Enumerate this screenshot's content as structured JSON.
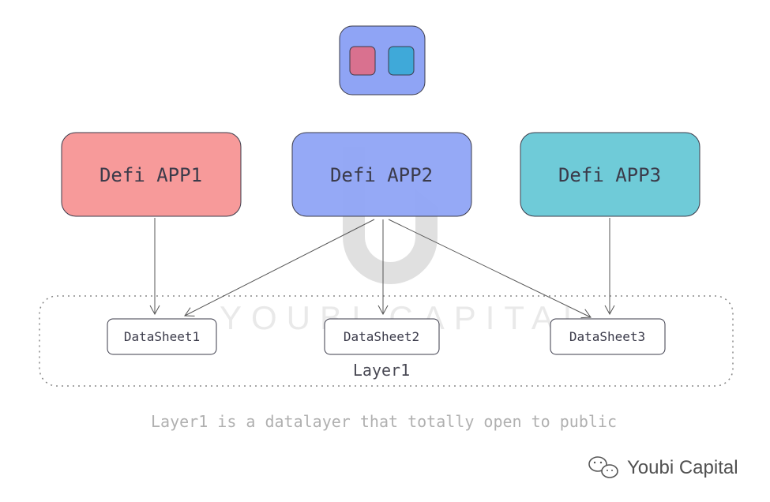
{
  "apps": [
    {
      "label": "Defi APP1",
      "color": "#f79a9a"
    },
    {
      "label": "Defi APP2",
      "color": "#8fa4f5"
    },
    {
      "label": "Defi APP3",
      "color": "#6fcbd8"
    }
  ],
  "datasheets": [
    "DataSheet1",
    "DataSheet2",
    "DataSheet3"
  ],
  "layer_label": "Layer1",
  "caption": "Layer1 is a datalayer that totally open to public",
  "top_widget": {
    "color": "#8fa4f5",
    "squares": [
      "#d9718f",
      "#3fa9d9"
    ]
  },
  "watermark": "YOUBI CAPITAL",
  "brand": "Youbi Capital"
}
